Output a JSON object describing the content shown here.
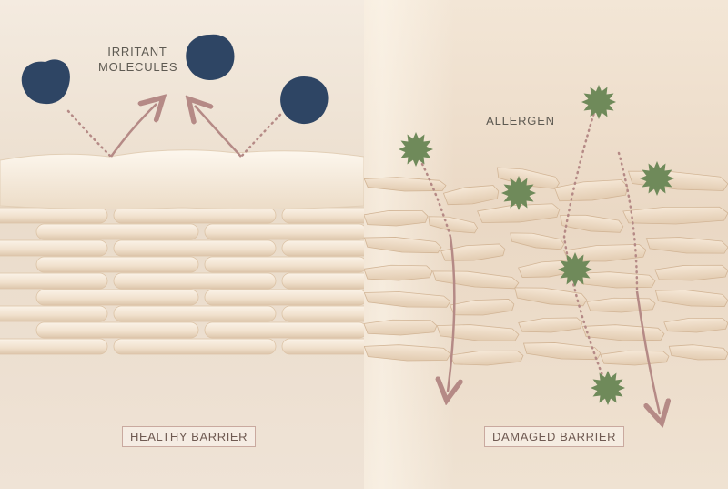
{
  "healthy": {
    "caption": "HEALTHY BARRIER",
    "irritant_label_line1": "IRRITANT",
    "irritant_label_line2": "MOLECULES",
    "irritant_color": "#2e4564",
    "arrow_color": "#b58a86"
  },
  "damaged": {
    "caption": "DAMAGED BARRIER",
    "allergen_label": "ALLERGEN",
    "allergen_color": "#6f8a5a",
    "arrow_color": "#b58a86"
  },
  "icons": {
    "irritant": "irritant-molecule-icon",
    "allergen": "allergen-particle-icon"
  }
}
